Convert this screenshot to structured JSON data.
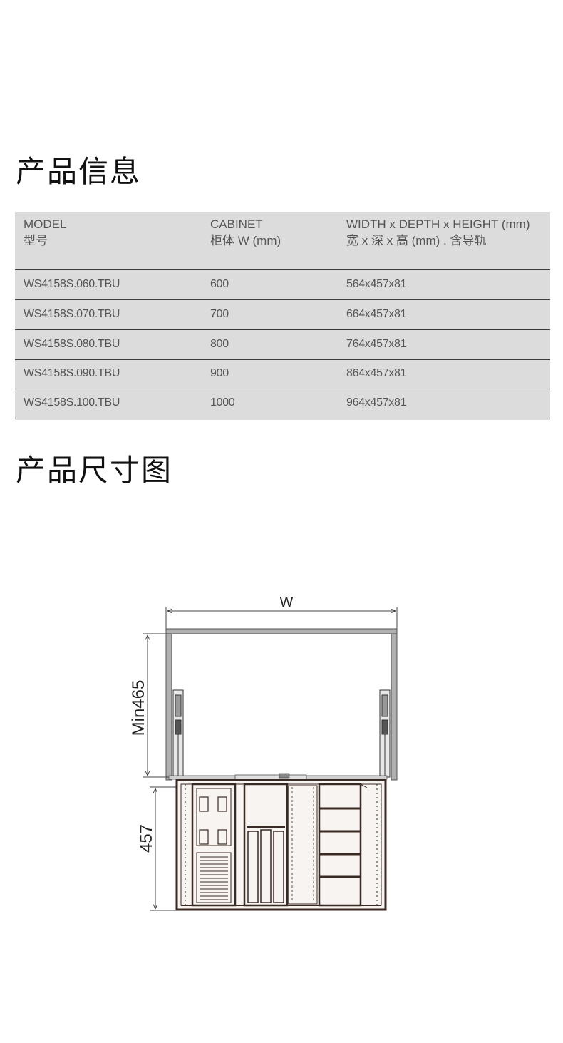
{
  "product_info": {
    "title": "产品信息",
    "table": {
      "headers": [
        {
          "en": "MODEL",
          "zh": "型号"
        },
        {
          "en": "CABINET",
          "zh": "柜体 W (mm)"
        },
        {
          "en": "WIDTH x DEPTH x HEIGHT  (mm)",
          "zh": "宽 x 深 x 高 (mm) . 含导轨"
        }
      ],
      "rows": [
        {
          "model": "WS4158S.060.TBU",
          "cabinet": "600",
          "size": "564x457x81"
        },
        {
          "model": "WS4158S.070.TBU",
          "cabinet": "700",
          "size": "664x457x81"
        },
        {
          "model": "WS4158S.080.TBU",
          "cabinet": "800",
          "size": "764x457x81"
        },
        {
          "model": "WS4158S.090.TBU",
          "cabinet": "900",
          "size": "864x457x81"
        },
        {
          "model": "WS4158S.100.TBU",
          "cabinet": "1000",
          "size": "964x457x81"
        }
      ]
    }
  },
  "dimension_drawing": {
    "title": "产品尺寸图",
    "labels": {
      "width": "W",
      "min_height": "Min465",
      "depth": "457"
    }
  }
}
